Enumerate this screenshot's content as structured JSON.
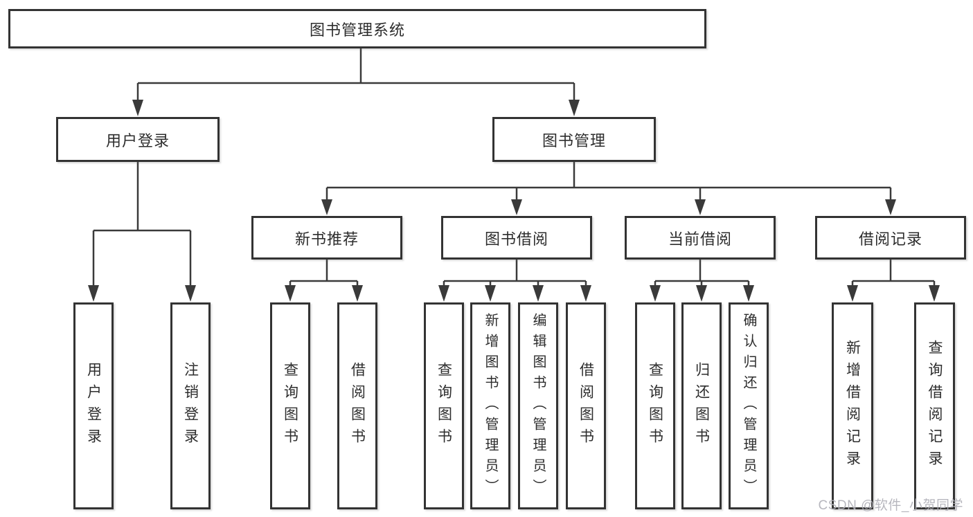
{
  "colors": {
    "line": "#3a3a3a",
    "border": "#333333",
    "text": "#2d2d2d",
    "watermark": "#b0b0b8",
    "background": "#ffffff"
  },
  "watermark": {
    "text": "CSDN @软件_小贺同学"
  },
  "tree": {
    "root": {
      "label": "图书管理系统",
      "children": [
        {
          "label": "用户登录",
          "children": [
            {
              "label": "用户登录"
            },
            {
              "label": "注销登录"
            }
          ]
        },
        {
          "label": "图书管理",
          "children": [
            {
              "label": "新书推荐",
              "children": [
                {
                  "label": "查询图书"
                },
                {
                  "label": "借阅图书"
                }
              ]
            },
            {
              "label": "图书借阅",
              "children": [
                {
                  "label": "查询图书"
                },
                {
                  "label": "新增图书（管理员）"
                },
                {
                  "label": "编辑图书（管理员）"
                },
                {
                  "label": "借阅图书"
                }
              ]
            },
            {
              "label": "当前借阅",
              "children": [
                {
                  "label": "查询图书"
                },
                {
                  "label": "归还图书"
                },
                {
                  "label": "确认归还（管理员）"
                }
              ]
            },
            {
              "label": "借阅记录",
              "children": [
                {
                  "label": "新增借阅记录"
                },
                {
                  "label": "查询借阅记录"
                }
              ]
            }
          ]
        }
      ]
    }
  }
}
